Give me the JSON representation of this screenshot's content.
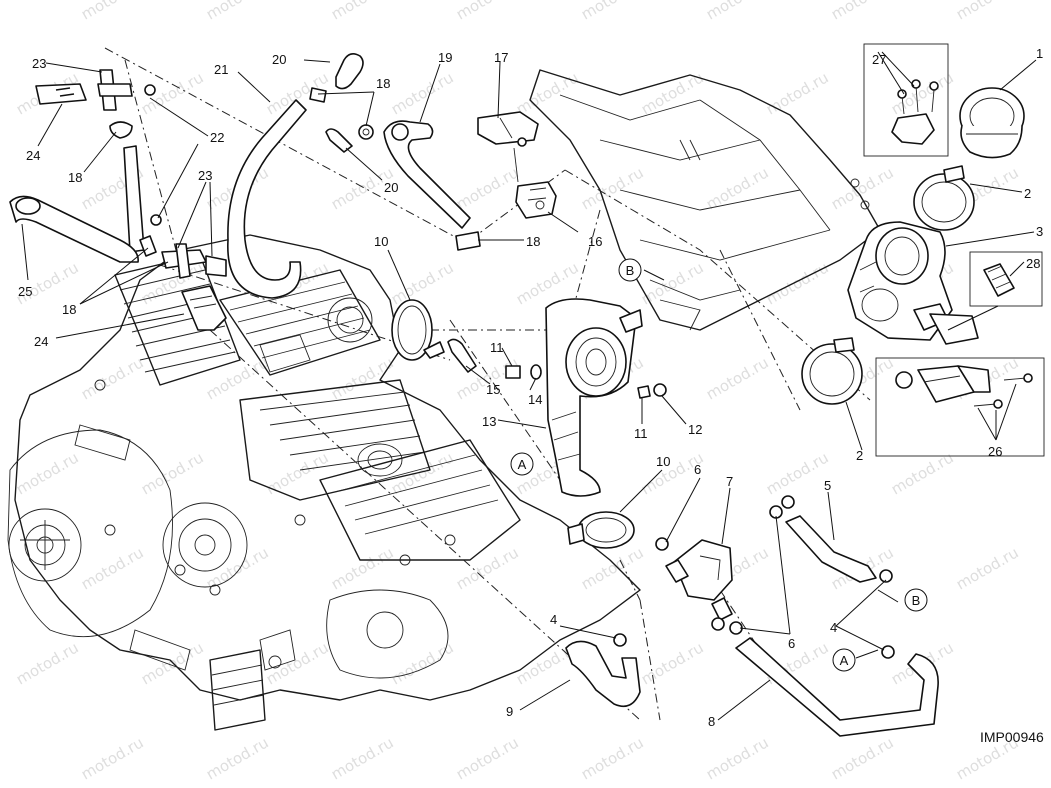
{
  "diagram": {
    "drawing_code": "IMP00946",
    "watermark_text": "motod.ru",
    "reference_letters": [
      "A",
      "B"
    ],
    "callout_numbers": [
      "1",
      "2",
      "3",
      "4",
      "5",
      "6",
      "7",
      "8",
      "9",
      "10",
      "11",
      "12",
      "13",
      "14",
      "15",
      "16",
      "17",
      "18",
      "19",
      "20",
      "21",
      "22",
      "23",
      "24",
      "25",
      "26",
      "27",
      "28"
    ]
  }
}
